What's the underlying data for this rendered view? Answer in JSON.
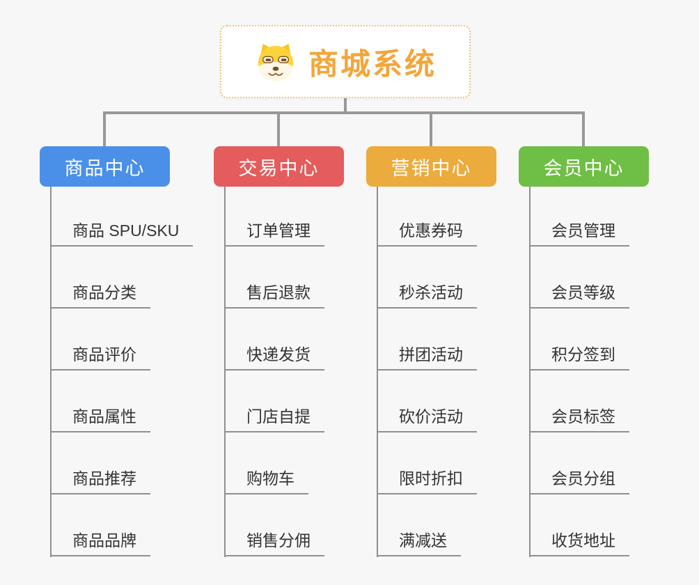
{
  "root": {
    "title": "商城系统",
    "icon": "shiba-dog-icon",
    "title_color": "#F2A63C",
    "border_color": "#F2C07C"
  },
  "connector_color": "#989898",
  "line_color": "#8F8F8F",
  "branches": [
    {
      "label": "商品中心",
      "color": "#4B90E8",
      "items": [
        "商品 SPU/SKU",
        "商品分类",
        "商品评价",
        "商品属性",
        "商品推荐",
        "商品品牌"
      ]
    },
    {
      "label": "交易中心",
      "color": "#E45C5C",
      "items": [
        "订单管理",
        "售后退款",
        "快递发货",
        "门店自提",
        "购物车",
        "销售分佣"
      ]
    },
    {
      "label": "营销中心",
      "color": "#EBAB3D",
      "items": [
        "优惠券码",
        "秒杀活动",
        "拼团活动",
        "砍价活动",
        "限时折扣",
        "满减送"
      ]
    },
    {
      "label": "会员中心",
      "color": "#6FBE45",
      "items": [
        "会员管理",
        "会员等级",
        "积分签到",
        "会员标签",
        "会员分组",
        "收货地址"
      ]
    }
  ]
}
